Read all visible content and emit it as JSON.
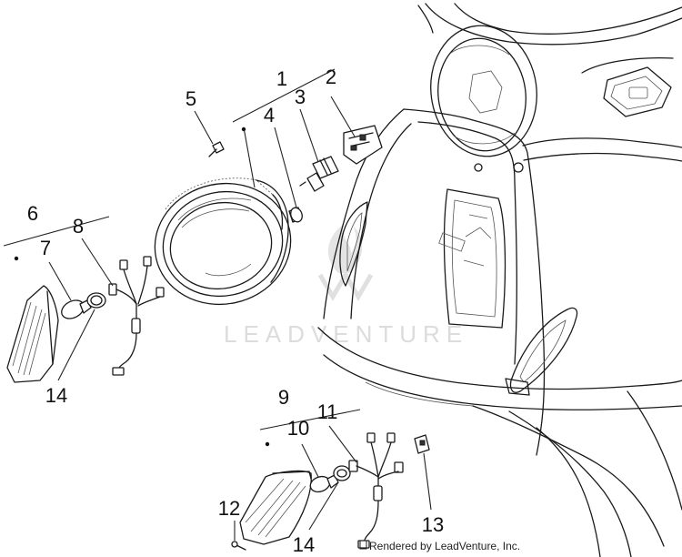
{
  "diagram": {
    "callouts": [
      {
        "id": "c1",
        "text": "1"
      },
      {
        "id": "c2",
        "text": "2"
      },
      {
        "id": "c3",
        "text": "3"
      },
      {
        "id": "c4",
        "text": "4"
      },
      {
        "id": "c5",
        "text": "5"
      },
      {
        "id": "c6",
        "text": "6"
      },
      {
        "id": "c7",
        "text": "7"
      },
      {
        "id": "c8",
        "text": "8"
      },
      {
        "id": "c9",
        "text": "9"
      },
      {
        "id": "c10",
        "text": "10"
      },
      {
        "id": "c11",
        "text": "11"
      },
      {
        "id": "c12",
        "text": "12"
      },
      {
        "id": "c13",
        "text": "13"
      },
      {
        "id": "c14a",
        "text": "14"
      },
      {
        "id": "c14b",
        "text": "14"
      }
    ],
    "watermark": "LEADVENTURE",
    "credit": "Rendered by LeadVenture, Inc.",
    "colors": {
      "line": "#1a1a1a",
      "watermark": "#dcdcdc",
      "background": "#ffffff"
    }
  }
}
